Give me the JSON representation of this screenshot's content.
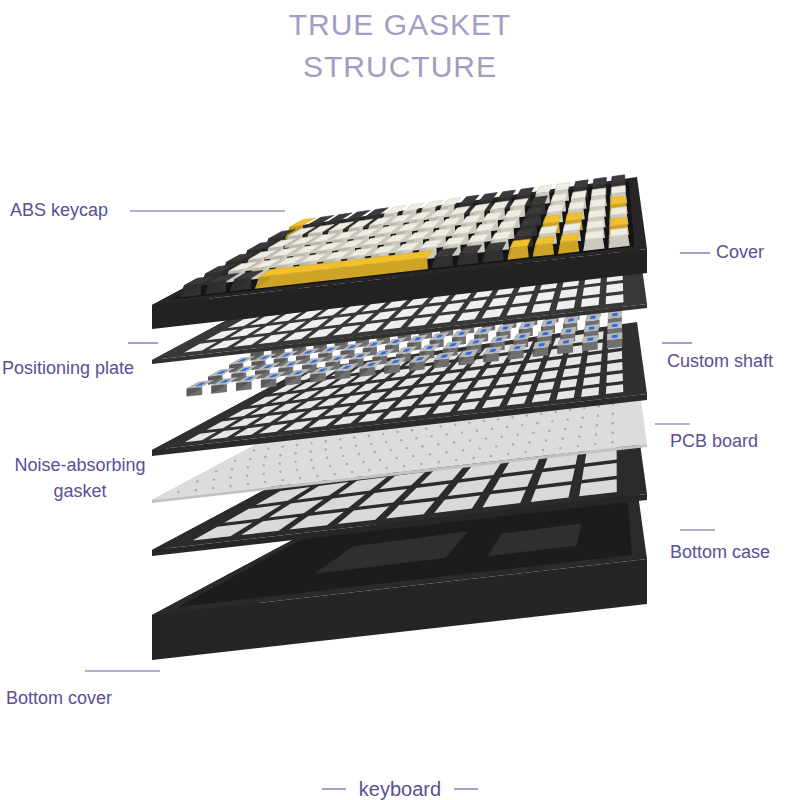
{
  "diagram": {
    "title": "TRUE GASKET STRUCTURE",
    "caption": "keyboard",
    "labels": [
      "ABS keycap",
      "Cover",
      "Positioning plate",
      "Custom shaft",
      "PCB board",
      "Noise-absorbing gasket",
      "Bottom case",
      "Bottom cover"
    ]
  }
}
